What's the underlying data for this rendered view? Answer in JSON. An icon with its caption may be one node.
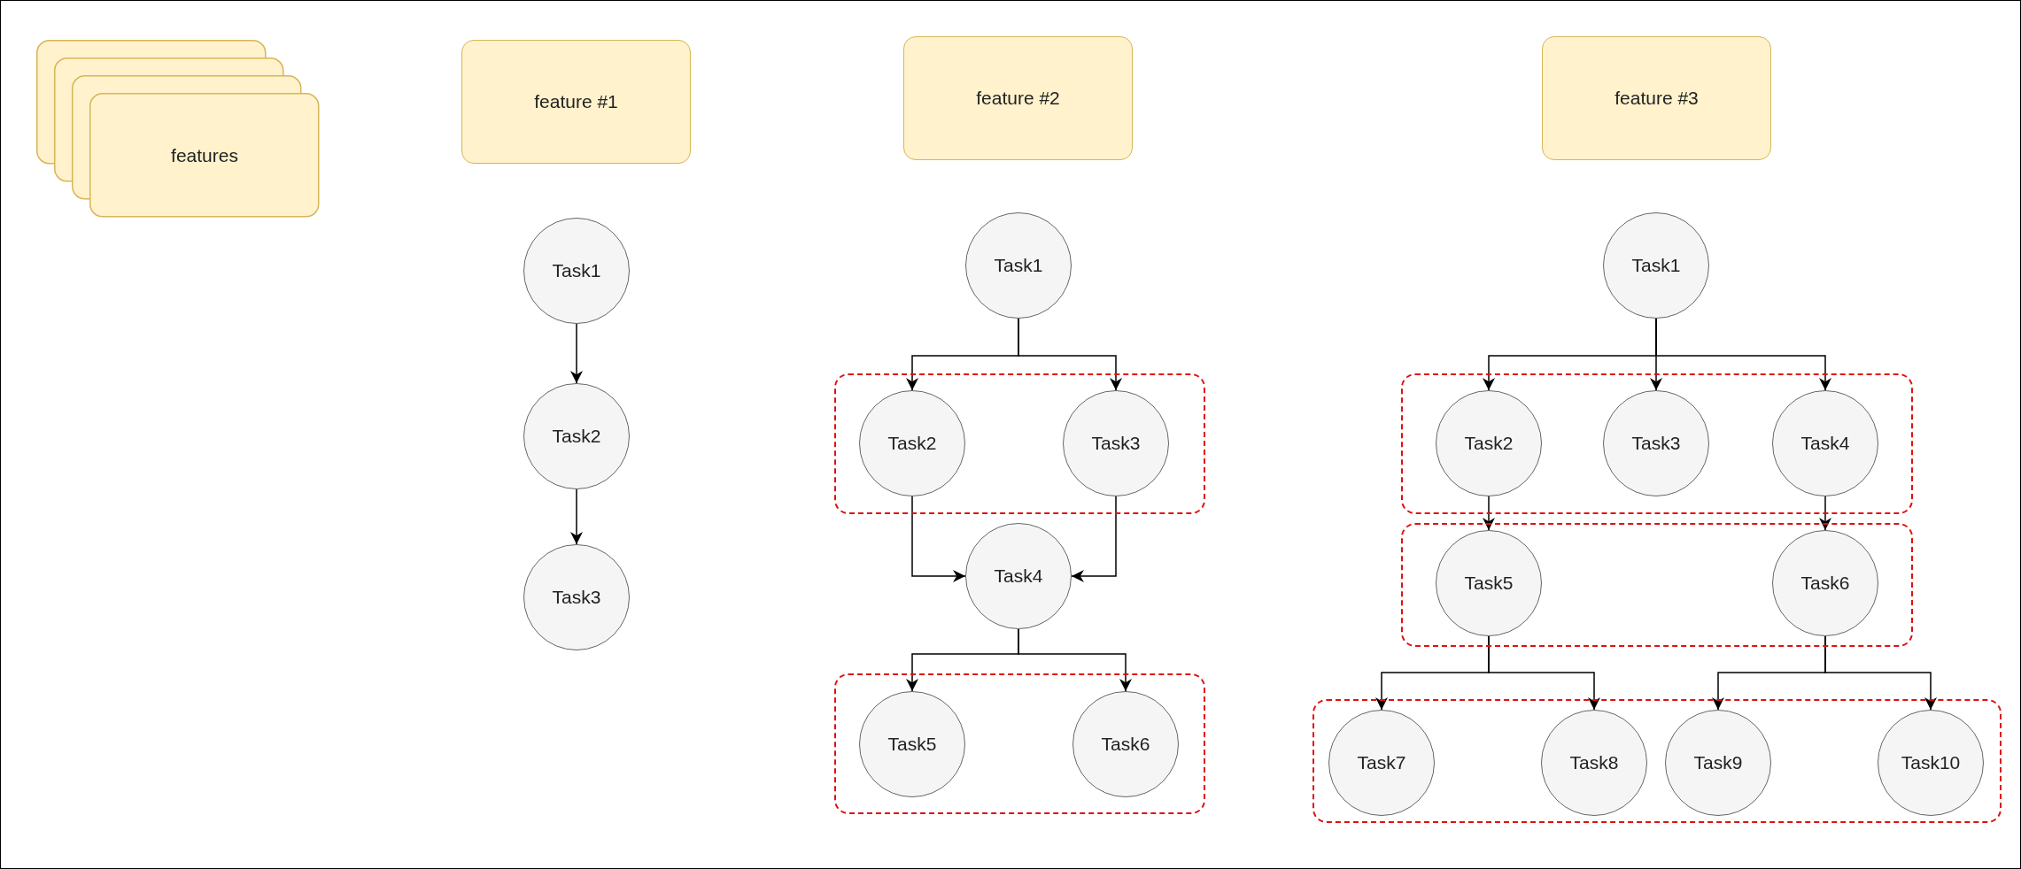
{
  "diagram": {
    "nodes": [
      {
        "text": [
          "features"
        ]
      },
      {
        "text": [
          "feature #1"
        ]
      },
      {
        "text": [
          "feature #2"
        ]
      },
      {
        "text": [
          "feature #3"
        ]
      },
      {
        "text": [
          "Task1"
        ]
      },
      {
        "text": [
          "Task2"
        ]
      },
      {
        "text": [
          "Task3"
        ]
      },
      {
        "text": [
          "Task1"
        ]
      },
      {
        "text": [],
        "shape": "box"
      },
      {
        "text": [
          "Task2"
        ],
        "in": 8
      },
      {
        "text": [
          "Task3"
        ],
        "in": 8
      },
      {
        "text": [
          "Task4"
        ]
      },
      {
        "text": [],
        "shape": "box"
      },
      {
        "text": [
          "Task5"
        ],
        "in": 12
      },
      {
        "text": [
          "Task6"
        ],
        "in": 12
      },
      {
        "text": [
          "Task1"
        ]
      },
      {
        "text": [],
        "shape": "box"
      },
      {
        "text": [
          "Task2"
        ],
        "in": 16
      },
      {
        "text": [
          "Task3"
        ],
        "in": 16
      },
      {
        "text": [
          "Task4"
        ],
        "in": 16
      },
      {
        "text": [],
        "shape": "box"
      },
      {
        "text": [
          "Task5"
        ],
        "in": 20
      },
      {
        "text": [
          "Task6"
        ],
        "in": 20
      },
      {
        "text": [],
        "shape": "box"
      },
      {
        "text": [
          "Task7"
        ],
        "in": 23
      },
      {
        "text": [
          "Task8"
        ],
        "in": 23
      },
      {
        "text": [
          "Task9"
        ],
        "in": 23
      },
      {
        "text": [
          "Task10"
        ],
        "in": 23
      }
    ],
    "edges": [
      {
        "from": 4,
        "to": 5,
        "arrow": "to"
      },
      {
        "from": 5,
        "to": 6,
        "arrow": "to"
      },
      {
        "from": 7,
        "to": 9,
        "arrow": "to"
      },
      {
        "from": 7,
        "to": 10,
        "arrow": "to"
      },
      {
        "from": 9,
        "to": 11,
        "arrow": "to"
      },
      {
        "from": 10,
        "to": 11,
        "arrow": "to"
      },
      {
        "from": 11,
        "to": 13,
        "arrow": "to"
      },
      {
        "from": 11,
        "to": 14,
        "arrow": "to"
      },
      {
        "from": 15,
        "to": 17,
        "arrow": "to"
      },
      {
        "from": 15,
        "to": 18,
        "arrow": "to"
      },
      {
        "from": 15,
        "to": 19,
        "arrow": "to"
      },
      {
        "from": 17,
        "to": 21,
        "arrow": "to"
      },
      {
        "from": 19,
        "to": 22,
        "arrow": "to"
      },
      {
        "from": 21,
        "to": 24,
        "arrow": "to"
      },
      {
        "from": 21,
        "to": 25,
        "arrow": "to"
      },
      {
        "from": 22,
        "to": 26,
        "arrow": "to"
      },
      {
        "from": 22,
        "to": 27,
        "arrow": "to"
      }
    ]
  }
}
